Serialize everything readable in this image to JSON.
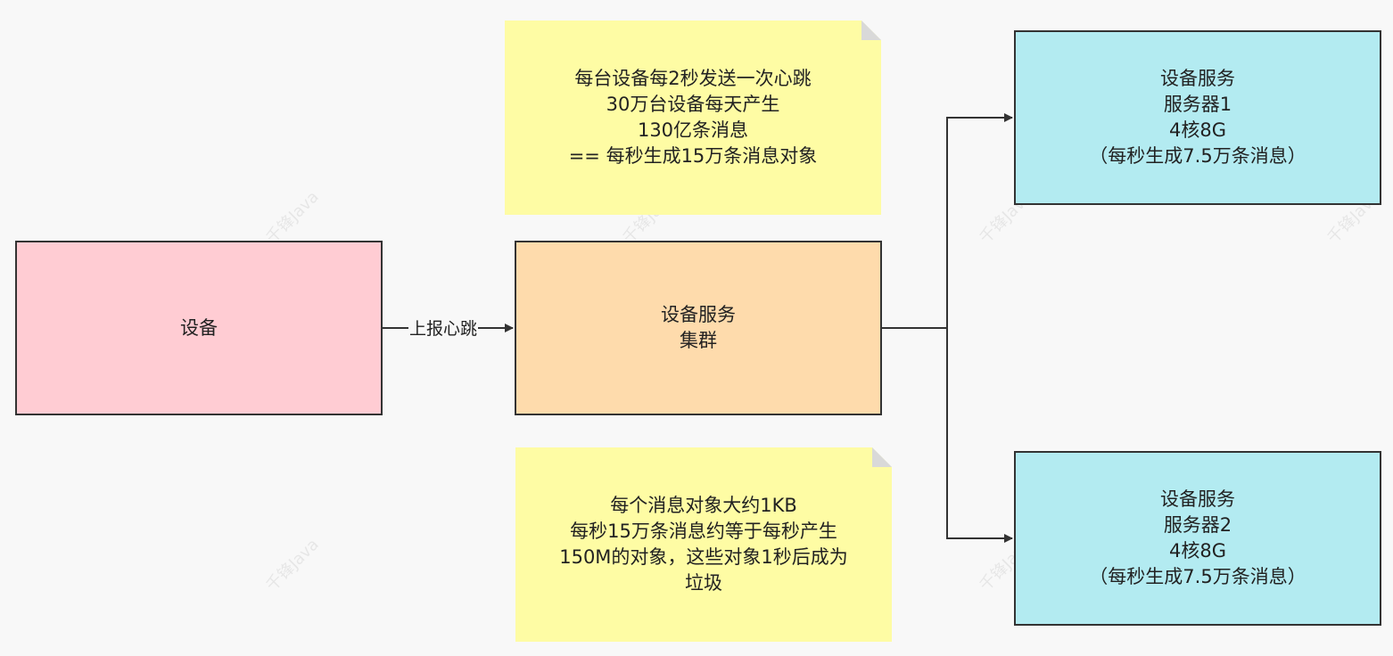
{
  "nodes": {
    "device": {
      "label": "设备",
      "color": "#ffccd3"
    },
    "cluster": {
      "label": "设备服务\n集群",
      "color": "#fedbac"
    },
    "server1": {
      "label": "设备服务\n服务器1\n4核8G\n（每秒生成7.5万条消息）",
      "color": "#b3ebf1"
    },
    "server2": {
      "label": "设备服务\n服务器2\n4核8G\n（每秒生成7.5万条消息）",
      "color": "#b3ebf1"
    }
  },
  "notes": {
    "top": {
      "text": "每台设备每2秒发送一次心跳\n30万台设备每天产生\n130亿条消息\n== 每秒生成15万条消息对象",
      "color": "#fefca4"
    },
    "bottom": {
      "text": "每个消息对象大约1KB\n每秒15万条消息约等于每秒产生\n150M的对象，这些对象1秒后成为\n垃圾",
      "color": "#fefca4"
    }
  },
  "edges": {
    "device_to_cluster_label": "上报心跳"
  },
  "watermark": "千锋Java"
}
